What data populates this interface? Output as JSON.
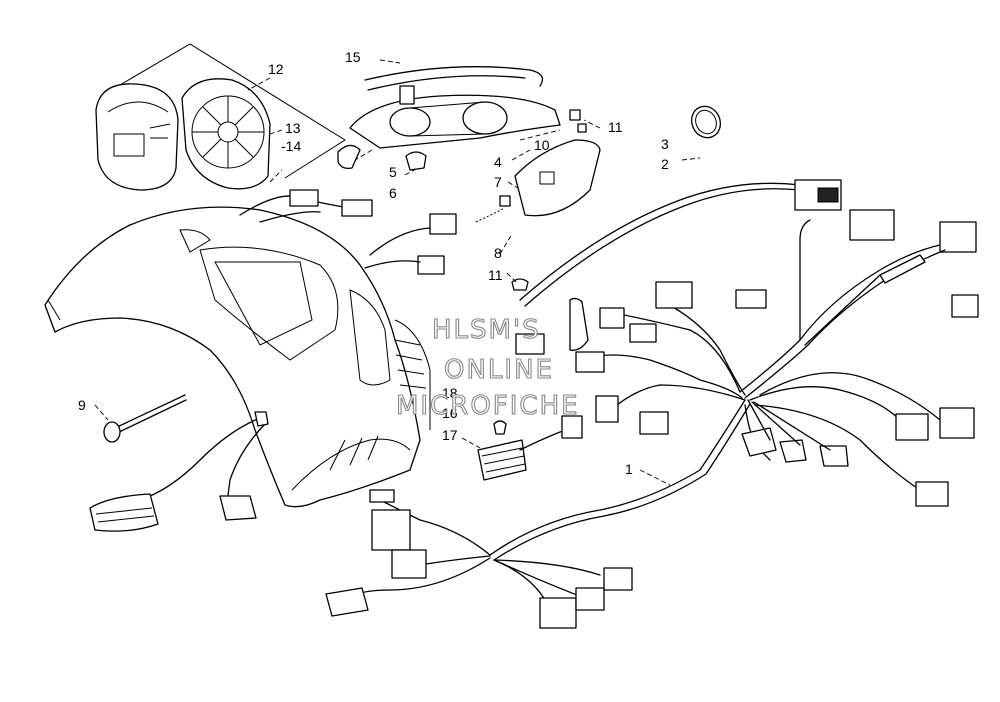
{
  "callouts": {
    "c1": "1",
    "c2": "2",
    "c3": "3",
    "c4": "4",
    "c5": "5",
    "c6": "6",
    "c7": "7",
    "c8": "8",
    "c9": "9",
    "c10": "10",
    "c11a": "11",
    "c11b": "11",
    "c12": "12",
    "c13": "13",
    "c14": "-14",
    "c15": "15",
    "c16": "16",
    "c17": "17",
    "c18": "18"
  },
  "watermark": {
    "line1": "HLSM'S",
    "line2": "ONLINE",
    "line3": "MICROFICHE"
  },
  "colors": {
    "line": "#000000",
    "background": "#ffffff",
    "watermark_outline": "#888888"
  }
}
